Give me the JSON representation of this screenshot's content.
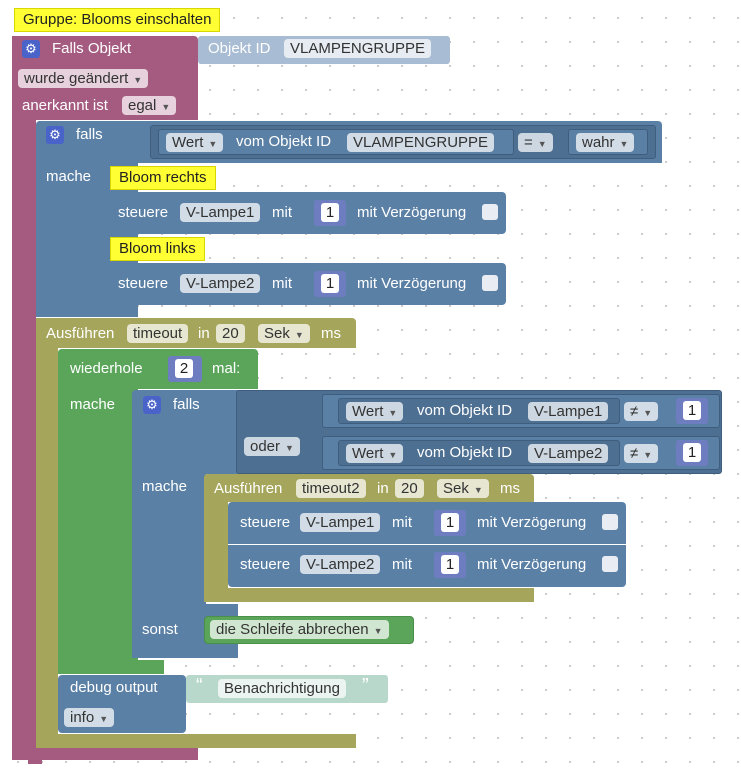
{
  "comments": {
    "group": "Gruppe: Blooms einschalten",
    "bloom_right": "Bloom rechts",
    "bloom_left": "Bloom links"
  },
  "trigger": {
    "label": "Falls Objekt",
    "objid_label": "Objekt ID",
    "objid_value": "VLAMPENGRUPPE",
    "changed": "wurde geändert",
    "ack_label": "anerkannt ist",
    "ack_value": "egal"
  },
  "if1": {
    "label": "falls",
    "do_label": "mache",
    "wert": "Wert",
    "vom_label": "vom Objekt ID",
    "obj": "VLAMPENGRUPPE",
    "op": "=",
    "value": "wahr"
  },
  "control1": {
    "steuere": "steuere",
    "obj": "V-Lampe1",
    "mit": "mit",
    "value": "1",
    "delay_label": "mit Verzögerung"
  },
  "control2": {
    "steuere": "steuere",
    "obj": "V-Lampe2",
    "mit": "mit",
    "value": "1",
    "delay_label": "mit Verzögerung"
  },
  "timeout1": {
    "label": "Ausführen",
    "name": "timeout",
    "in_label": "in",
    "value": "20",
    "unit": "Sek",
    "ms_label": "ms"
  },
  "repeat": {
    "label": "wiederhole",
    "count": "2",
    "times_label": "mal:",
    "do_label": "mache"
  },
  "if2": {
    "label": "falls",
    "do_label": "mache",
    "else_label": "sonst",
    "or_label": "oder",
    "cond1": {
      "wert": "Wert",
      "vom_label": "vom Objekt ID",
      "obj": "V-Lampe1",
      "op": "≠",
      "value": "1"
    },
    "cond2": {
      "wert": "Wert",
      "vom_label": "vom Objekt ID",
      "obj": "V-Lampe2",
      "op": "≠",
      "value": "1"
    }
  },
  "timeout2": {
    "label": "Ausführen",
    "name": "timeout2",
    "in_label": "in",
    "value": "20",
    "unit": "Sek",
    "ms_label": "ms"
  },
  "control3": {
    "steuere": "steuere",
    "obj": "V-Lampe1",
    "mit": "mit",
    "value": "1",
    "delay_label": "mit Verzögerung"
  },
  "control4": {
    "steuere": "steuere",
    "obj": "V-Lampe2",
    "mit": "mit",
    "value": "1",
    "delay_label": "mit Verzögerung"
  },
  "break_loop": {
    "label": "die Schleife abbrechen"
  },
  "debug": {
    "label": "debug output",
    "quote_open": "“",
    "text": "Benachrichtigung",
    "quote_close": "”",
    "level": "info"
  },
  "colors": {
    "event": "#a55b80",
    "logic": "#5b80a5",
    "timer": "#a5a55b",
    "loop": "#5ba55b",
    "comment": "#ffff33"
  }
}
